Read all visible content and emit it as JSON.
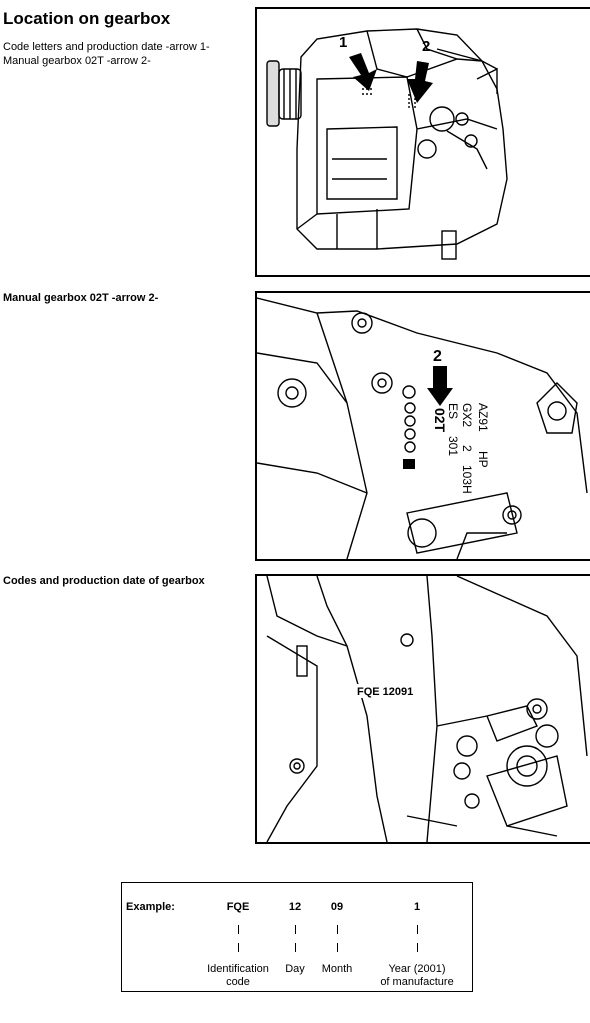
{
  "page": {
    "title": "Location on gearbox",
    "caption_lines": [
      "Code letters and production date -arrow 1-",
      "Manual gearbox 02T -arrow 2-"
    ]
  },
  "figure1": {
    "arrow1": "1",
    "arrow2": "2"
  },
  "section2": {
    "heading": "Manual gearbox 02T -arrow 2-",
    "arrow_label": "2",
    "stamp_col1": "02T",
    "stamp_col2": [
      "ES",
      "301"
    ],
    "stamp_col3": [
      "GX2",
      "2",
      "103H"
    ],
    "stamp_col4": [
      "AZ91",
      "HP"
    ]
  },
  "section3": {
    "heading": "Codes and production date of gearbox",
    "code_stamp": "FQE 12091"
  },
  "example": {
    "label": "Example:",
    "values": [
      "FQE",
      "12",
      "09",
      "1"
    ],
    "descriptions": [
      [
        "Identification",
        "code"
      ],
      [
        "Day"
      ],
      [
        "Month"
      ],
      [
        "Year (2001)",
        "of manufacture"
      ]
    ]
  }
}
